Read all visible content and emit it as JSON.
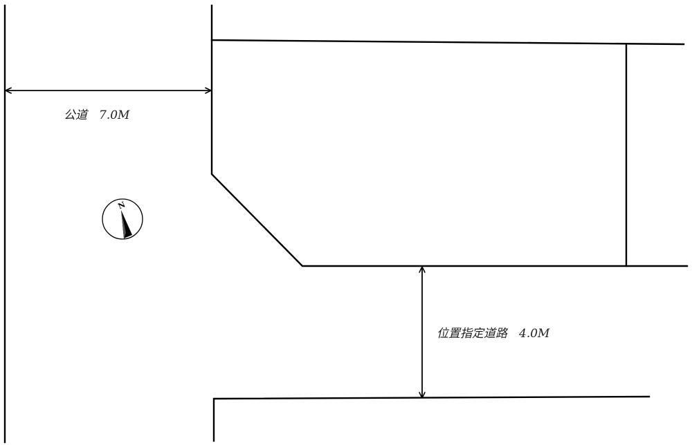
{
  "labels": {
    "public_road": "公道　7.0M",
    "designated_road": "位置指定道路　4.0M"
  },
  "compass": {
    "north_letter": "N"
  }
}
